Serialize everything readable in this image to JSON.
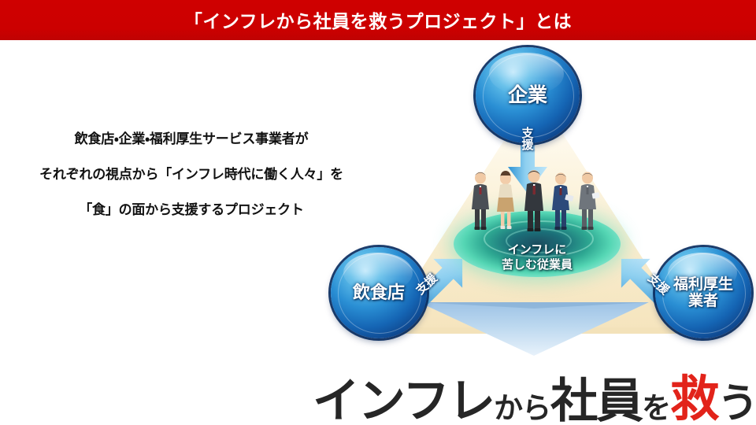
{
  "header": {
    "title": "「インフレから社員を救うプロジェクト」とは",
    "bg_color": "#cc0000",
    "text_color": "#ffffff"
  },
  "description": {
    "lines": [
      "飲食店・企業・福利厚生サービス事業者が",
      "それぞれの視点から「インフレ時代に働く人々」を",
      "「食」の面から支援するプロジェクト"
    ]
  },
  "diagram": {
    "nodes": {
      "top": {
        "label": "企業",
        "color": "#1565b4"
      },
      "left": {
        "label": "飲食店",
        "color": "#1565b4"
      },
      "right": {
        "label": "福利厚生\n業者",
        "color": "#1565b4"
      }
    },
    "arrows": {
      "top": {
        "label": "支\n援",
        "direction": "down",
        "color": "#3aa3dd"
      },
      "left": {
        "label": "支援",
        "direction": "up-right",
        "color": "#3aa3dd"
      },
      "right": {
        "label": "支援",
        "direction": "up-left",
        "color": "#3aa3dd"
      },
      "bottom": {
        "label": "",
        "direction": "down",
        "color": "#a9ccea"
      }
    },
    "center": {
      "label": "インフレに\n苦しむ従業員",
      "disc_color": "#2ea892",
      "people_count": 5,
      "people": [
        {
          "suit_color": "#4a4f55",
          "hair_color": "#2f2f33"
        },
        {
          "suit_color": "#cfae7e",
          "hair_color": "#4a3427"
        },
        {
          "suit_color": "#33373d",
          "hair_color": "#24262a"
        },
        {
          "suit_color": "#2c4a7a",
          "hair_color": "#2a2c30"
        },
        {
          "suit_color": "#6f757c",
          "hair_color": "#35373b"
        }
      ]
    },
    "triangle_color": "#f7eccd"
  },
  "headline": {
    "segments": [
      {
        "text": "インフレ",
        "style": "big",
        "color": "#262626"
      },
      {
        "text": "から",
        "style": "small",
        "color": "#262626"
      },
      {
        "text": "社員",
        "style": "big",
        "color": "#262626"
      },
      {
        "text": "を",
        "style": "small",
        "color": "#262626"
      },
      {
        "text": "救",
        "style": "red",
        "color": "#e2231a"
      },
      {
        "text": "う",
        "style": "tail",
        "color": "#262626"
      }
    ],
    "full_text": "インフレから社員を救う"
  }
}
